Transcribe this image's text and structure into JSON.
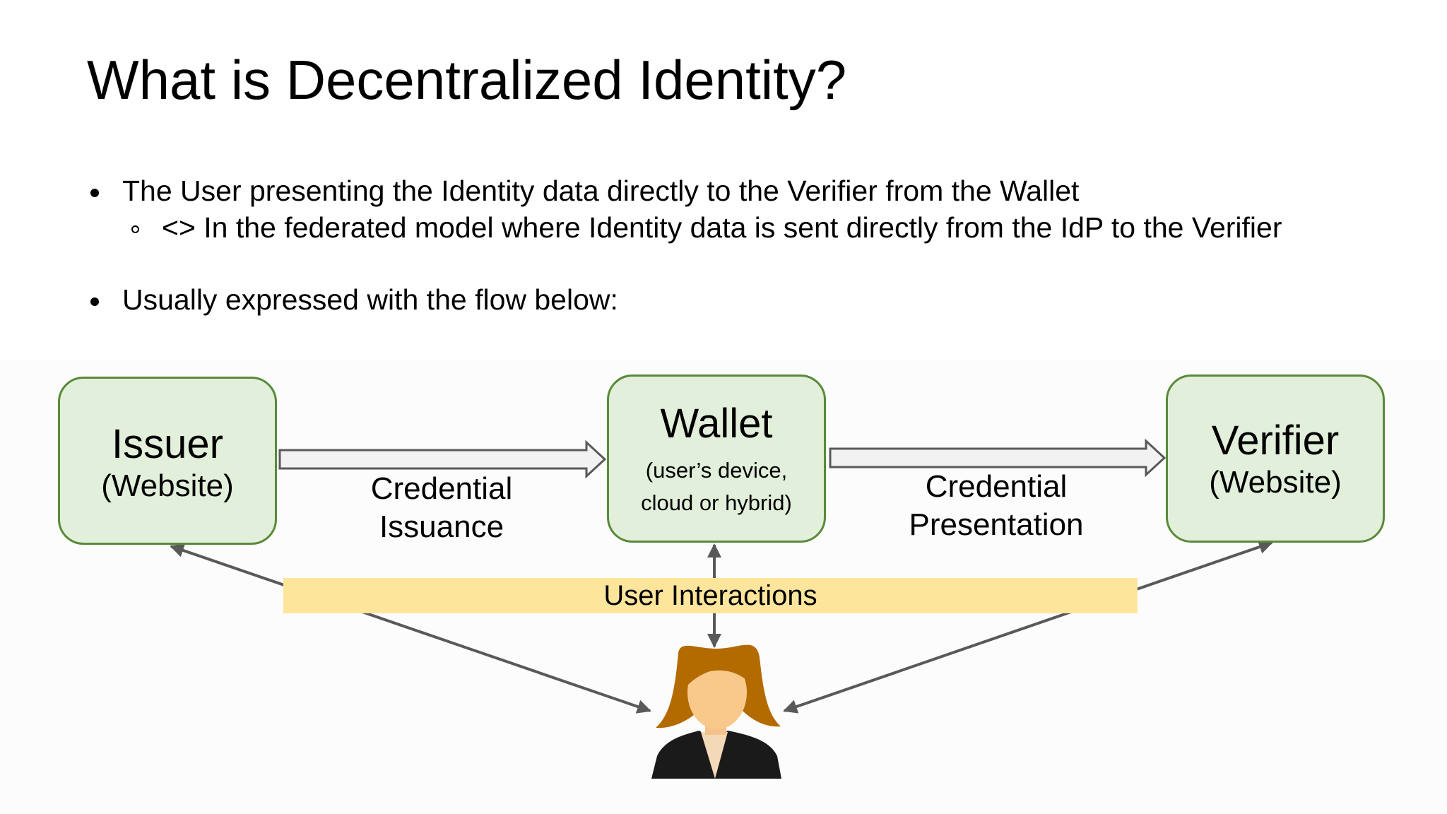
{
  "slide": {
    "title": "What is Decentralized Identity?",
    "bullets": [
      {
        "text": "The User presenting the Identity data directly to the Verifier from the Wallet",
        "sub": "<> In the federated model where Identity data is sent directly from the IdP to the Verifier"
      },
      {
        "text": "Usually expressed with the flow below:"
      }
    ]
  },
  "diagram": {
    "issuer": {
      "title": "Issuer",
      "subtitle": "(Website)"
    },
    "wallet": {
      "title": "Wallet",
      "subtitle_line1": "(user’s device,",
      "subtitle_line2": "cloud or hybrid)"
    },
    "verifier": {
      "title": "Verifier",
      "subtitle": "(Website)"
    },
    "issuance_label": {
      "line1": "Credential",
      "line2": "Issuance"
    },
    "presentation_label": {
      "line1": "Credential",
      "line2": "Presentation"
    },
    "user_interactions": "User Interactions",
    "user_icon": "woman-user-icon",
    "colors": {
      "node_fill": "#e2efda",
      "node_border": "#5a8a3a",
      "band_fill": "#fde59b",
      "arrow_fill": "#f2f2f2",
      "arrow_stroke": "#595959"
    }
  }
}
